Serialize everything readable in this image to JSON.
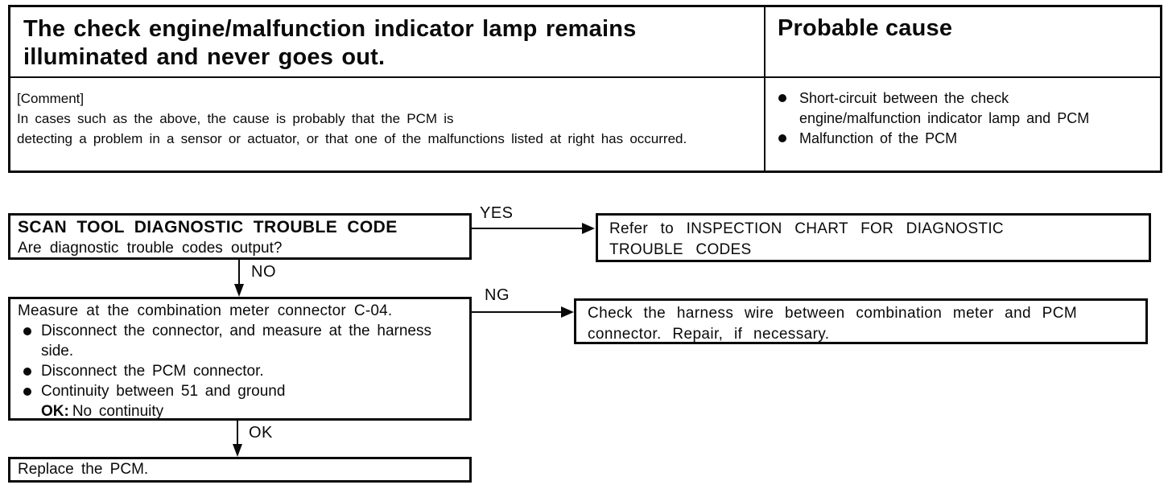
{
  "symptom_table": {
    "symptom": "The check engine/malfunction indicator lamp remains\nilluminated and never goes out.",
    "probable_cause_header": "Probable cause",
    "comment": "[Comment]\nIn cases such as the above, the cause is probably that the PCM is\ndetecting a problem in a sensor or actuator, or that one of the malfunctions listed at right has occurred.",
    "causes": [
      "Short-circuit between the check\nengine/malfunction indicator lamp and PCM",
      "Malfunction of the PCM"
    ]
  },
  "flowchart": {
    "step1": {
      "title": "SCAN TOOL DIAGNOSTIC TROUBLE CODE",
      "question": "Are diagnostic trouble codes output?"
    },
    "labels": {
      "yes": "YES",
      "no": "NO",
      "ng": "NG",
      "ok": "OK"
    },
    "yes_result": "Refer to INSPECTION CHART FOR DIAGNOSTIC\nTROUBLE CODES",
    "step2": {
      "title": "Measure at the combination meter connector C-04.",
      "bullets": [
        "Disconnect the connector, and measure at the harness\nside.",
        "Disconnect the PCM connector.",
        "Continuity between 51 and ground"
      ],
      "ok_label": "OK:",
      "ok_value": "No continuity"
    },
    "ng_result": "Check the harness wire between combination meter and PCM\nconnector. Repair, if necessary.",
    "step3": "Replace the PCM."
  },
  "colors": {
    "ink": "#0a0a0a",
    "paper": "#ffffff"
  }
}
